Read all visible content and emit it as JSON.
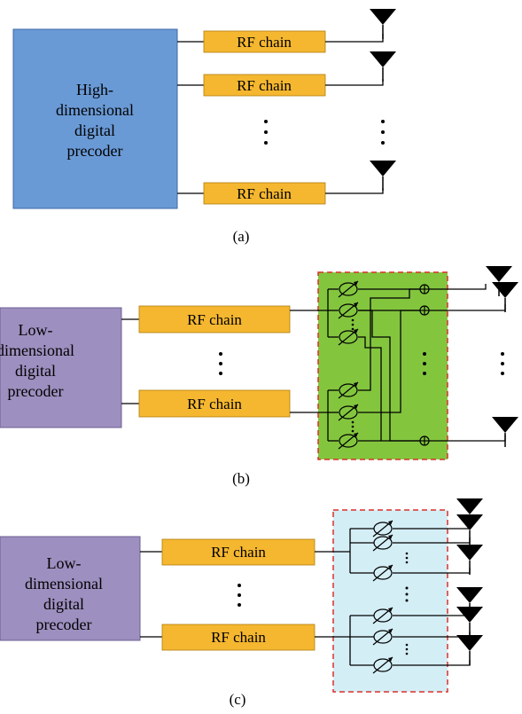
{
  "panel_a": {
    "digital_block_lines": [
      "High-",
      "dimensional",
      "digital",
      "precoder"
    ],
    "rf_label": "RF chain",
    "caption": "(a)"
  },
  "panel_b": {
    "digital_block_lines": [
      "Low-",
      "dimensional",
      "digital",
      "precoder"
    ],
    "rf_label": "RF chain",
    "caption": "(b)"
  },
  "panel_c": {
    "digital_block_lines": [
      "Low-",
      "dimensional",
      "digital",
      "precoder"
    ],
    "rf_label": "RF chain",
    "caption": "(c)"
  },
  "colors": {
    "high_dim_block": "#6a9ad6",
    "low_dim_block": "#9d8fbf",
    "rf_chain": "#f5b730",
    "fully_connected_network": "#83c63e",
    "partially_connected_network": "#d4eef6",
    "network_border": "#d9312c"
  },
  "icons": [
    "antenna-icon",
    "phase-shifter-icon",
    "adder-icon",
    "vertical-ellipsis-icon"
  ]
}
